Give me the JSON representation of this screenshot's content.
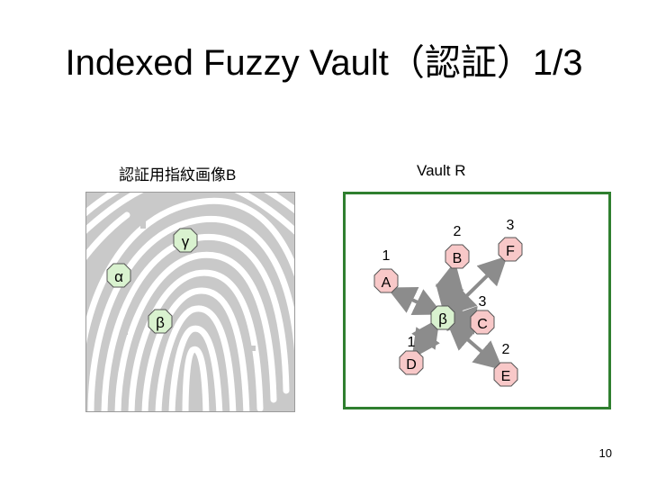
{
  "title": "Indexed Fuzzy Vault（認証）1/3",
  "left_label": "認証用指紋画像B",
  "right_label": "Vault R",
  "page_number": "10",
  "colors": {
    "vault_border": "#2f7f2f",
    "minutia_fill": "#d9f2cf",
    "vault_node_fill": "#f8c8c8",
    "ridge": "#ffffff",
    "fingerprint_bg": "#c8c8c8",
    "link": "#8c8c8c"
  },
  "minutiae": [
    {
      "label": "γ"
    },
    {
      "label": "α"
    },
    {
      "label": "β"
    }
  ],
  "vault": {
    "center": {
      "label": "β"
    },
    "nodes": [
      {
        "label": "A",
        "index": "1"
      },
      {
        "label": "B",
        "index": "2"
      },
      {
        "label": "F",
        "index": "3"
      },
      {
        "label": "C",
        "index": "3"
      },
      {
        "label": "D",
        "index": "1"
      },
      {
        "label": "E",
        "index": "2"
      }
    ]
  }
}
